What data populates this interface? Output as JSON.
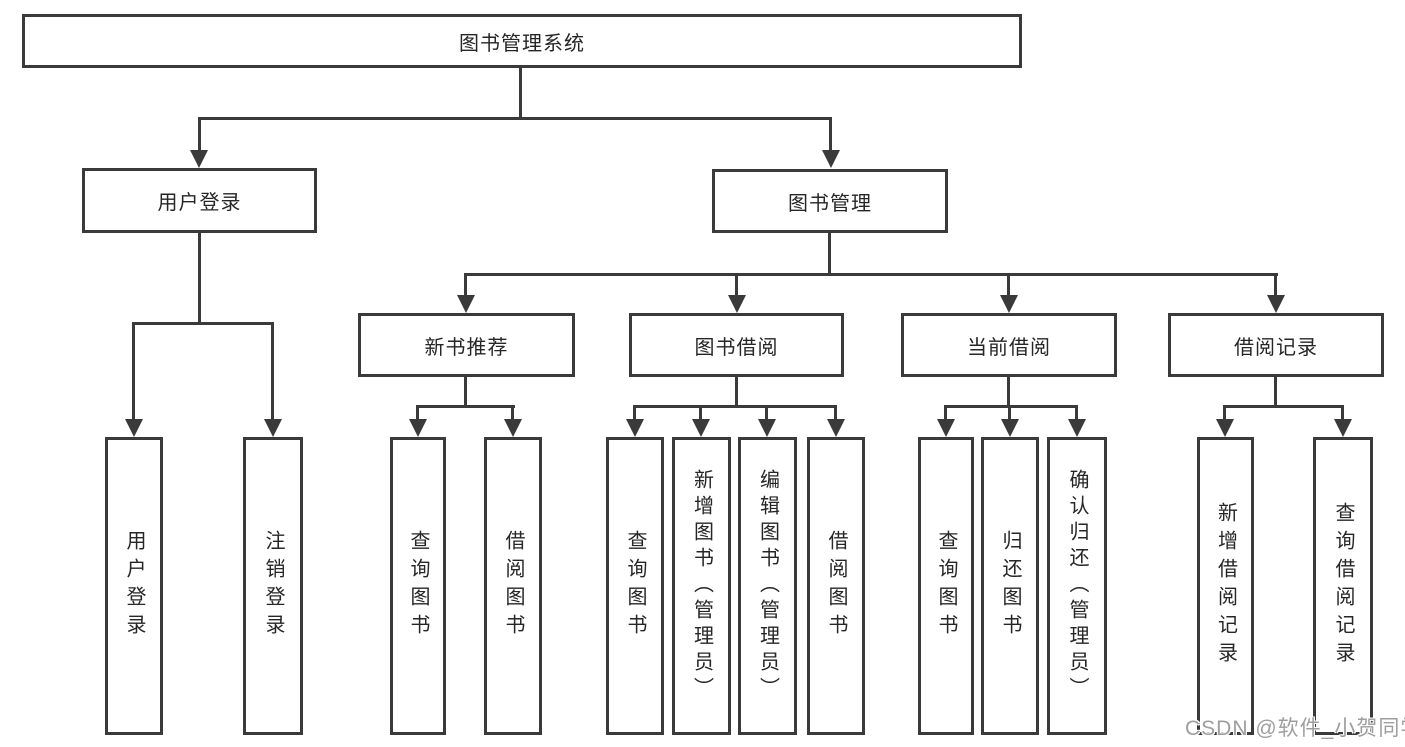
{
  "diagram": {
    "root": {
      "label": "图书管理系统"
    },
    "user_login": {
      "label": "用户登录",
      "children": [
        {
          "label": "用户登录"
        },
        {
          "label": "注销登录"
        }
      ]
    },
    "book_mgmt": {
      "label": "图书管理"
    },
    "new_books": {
      "label": "新书推荐",
      "children": [
        {
          "label": "查询图书"
        },
        {
          "label": "借阅图书"
        }
      ]
    },
    "borrow": {
      "label": "图书借阅",
      "children": [
        {
          "label": "查询图书"
        },
        {
          "label": "新增图书（管理员）"
        },
        {
          "label": "编辑图书（管理员）"
        },
        {
          "label": "借阅图书"
        }
      ]
    },
    "current": {
      "label": "当前借阅",
      "children": [
        {
          "label": "查询图书"
        },
        {
          "label": "归还图书"
        },
        {
          "label": "确认归还（管理员）"
        }
      ]
    },
    "records": {
      "label": "借阅记录",
      "children": [
        {
          "label": "新增借阅记录"
        },
        {
          "label": "查询借阅记录"
        }
      ]
    }
  },
  "watermark": {
    "text": "CSDN @软件_小贺同学"
  },
  "colors": {
    "line": "#3a3a3a",
    "text": "#262626",
    "background": "#ffffff",
    "watermark": "#9e9e9e"
  }
}
